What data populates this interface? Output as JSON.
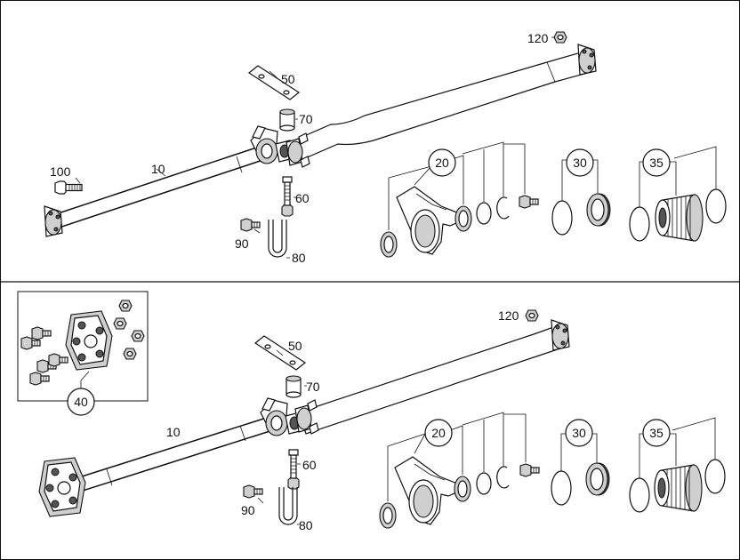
{
  "diagram": {
    "title": "Propeller shaft exploded parts diagram",
    "panels": [
      {
        "id": "top",
        "labels": {
          "p120": "120",
          "p50": "50",
          "p70": "70",
          "p100": "100",
          "p10": "10",
          "p60": "60",
          "p90": "90",
          "p80": "80",
          "p20": "20",
          "p30": "30",
          "p35": "35"
        }
      },
      {
        "id": "bottom",
        "labels": {
          "p120": "120",
          "p50": "50",
          "p70": "70",
          "p10": "10",
          "p60": "60",
          "p90": "90",
          "p80": "80",
          "p20": "20",
          "p30": "30",
          "p35": "35",
          "p40": "40"
        }
      }
    ]
  }
}
